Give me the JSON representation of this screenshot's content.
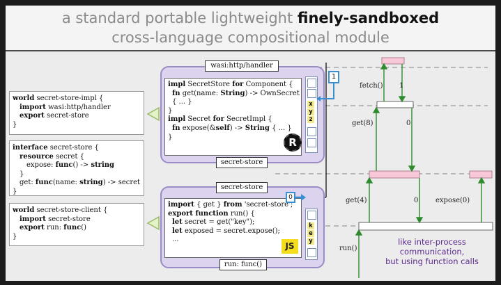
{
  "title": {
    "line1_prefix": "a standard portable lightweight",
    "line1_bold": "finely-sandboxed",
    "line2": "cross-language compositional module"
  },
  "worlds": {
    "impl": {
      "l1a": "world",
      "l1b": " secret-store-impl {",
      "l2a": "import",
      "l2b": " wasi:http/handler",
      "l3a": "export",
      "l3b": " secret-store",
      "l4": "}"
    },
    "iface": {
      "l1a": "interface",
      "l1b": " secret-store {",
      "l2a": "resource",
      "l2b": " secret {",
      "l3a": "expose: ",
      "l3b": "func",
      "l3c": "() -> ",
      "l3d": "string",
      "l4": "}",
      "l5a": "get: ",
      "l5b": "func",
      "l5c": "(name: ",
      "l5d": "string",
      "l5e": ") -> secret",
      "l6": "}"
    },
    "client": {
      "l1a": "world",
      "l1b": " secret-store-client {",
      "l2a": "import",
      "l2b": " secret-store",
      "l3a": "export",
      "l3b": " run: ",
      "l3c": "func",
      "l3d": "()",
      "l4": "}"
    }
  },
  "rust_component": {
    "import_tag": "wasi:http/handler",
    "export_tag": "secret-store",
    "code": {
      "l1a": "impl",
      "l1b": " SecretStore ",
      "l1c": "for",
      "l1d": " Component {",
      "l2a": "fn",
      "l2b": " get(name: ",
      "l2c": "String",
      "l2d": ") -> OwnSecret",
      "l3": "{ ... }",
      "l4": "}",
      "l5a": "impl",
      "l5b": " Secret ",
      "l5c": "for",
      "l5d": " SecretImpl {",
      "l6a": "fn",
      "l6b": " expose(&",
      "l6c": "self",
      "l6d": ") -> ",
      "l6e": "String",
      "l6f": " { ... }",
      "l7": "}"
    },
    "table_letters": [
      "x",
      "y",
      "z"
    ],
    "handle_label": "1",
    "logo_letter": "R"
  },
  "js_component": {
    "import_tag": "secret-store",
    "export_tag": "run: func()",
    "code": {
      "l1a": "import",
      "l1b": " { get } ",
      "l1c": "from",
      "l1d": " 'secret-store';",
      "l2a": "export function",
      "l2b": " run() {",
      "l3a": "let",
      "l3b": " secret = get(\"key\");",
      "l4a": "let",
      "l4b": " exposed = secret.expose();",
      "l5": "..."
    },
    "table_letters": [
      "k",
      "e",
      "y"
    ],
    "handle_label": "0",
    "logo_text": "JS"
  },
  "sequence": {
    "labels": {
      "fetch": "fetch()",
      "one": "1",
      "get8": "get(8)",
      "o1": "0",
      "get4": "get(4)",
      "o2": "0",
      "expose": "expose(0)",
      "run": "run()"
    },
    "note": [
      "like inter-process",
      "communication,",
      "but using function calls"
    ]
  },
  "colors": {
    "component_fill": "#dcd3ef",
    "component_border": "#9a8cc4",
    "arrow_green": "#2e8b2e",
    "arrow_blue": "#3a8fd0",
    "activation_pink": "#f8c8d8",
    "note_purple": "#5a2a8c",
    "js_yellow": "#f2e98c"
  }
}
